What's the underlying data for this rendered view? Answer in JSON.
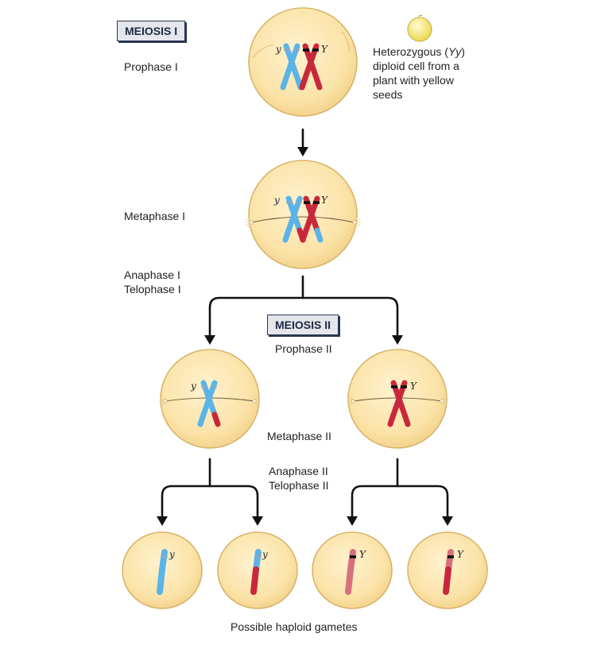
{
  "headings": {
    "meiosis1": "MEIOSIS I",
    "meiosis2": "MEIOSIS II"
  },
  "stages": {
    "prophase1": "Prophase I",
    "metaphase1": "Metaphase I",
    "anaphase1": "Anaphase I",
    "telophase1": "Telophase I",
    "prophase2": "Prophase II",
    "metaphase2": "Metaphase II",
    "anaphase2": "Anaphase II",
    "telophase2": "Telophase II"
  },
  "description": {
    "line1_pre": "Heterozygous (",
    "line1_genotype": "Yy",
    "line1_post": ")",
    "line2": "diploid cell from a",
    "line3": "plant with yellow",
    "line4": "seeds"
  },
  "alleles": {
    "recessive": "y",
    "dominant": "Y"
  },
  "footer": "Possible haploid gametes",
  "colors": {
    "cell_fill": "#fbe3a8",
    "cell_stroke": "#d8b46a",
    "blue_chromatid": "#5ab4e8",
    "red_chromatid": "#c8283c",
    "seed_yellow": "#f3e36a",
    "arrow": "#111111"
  }
}
